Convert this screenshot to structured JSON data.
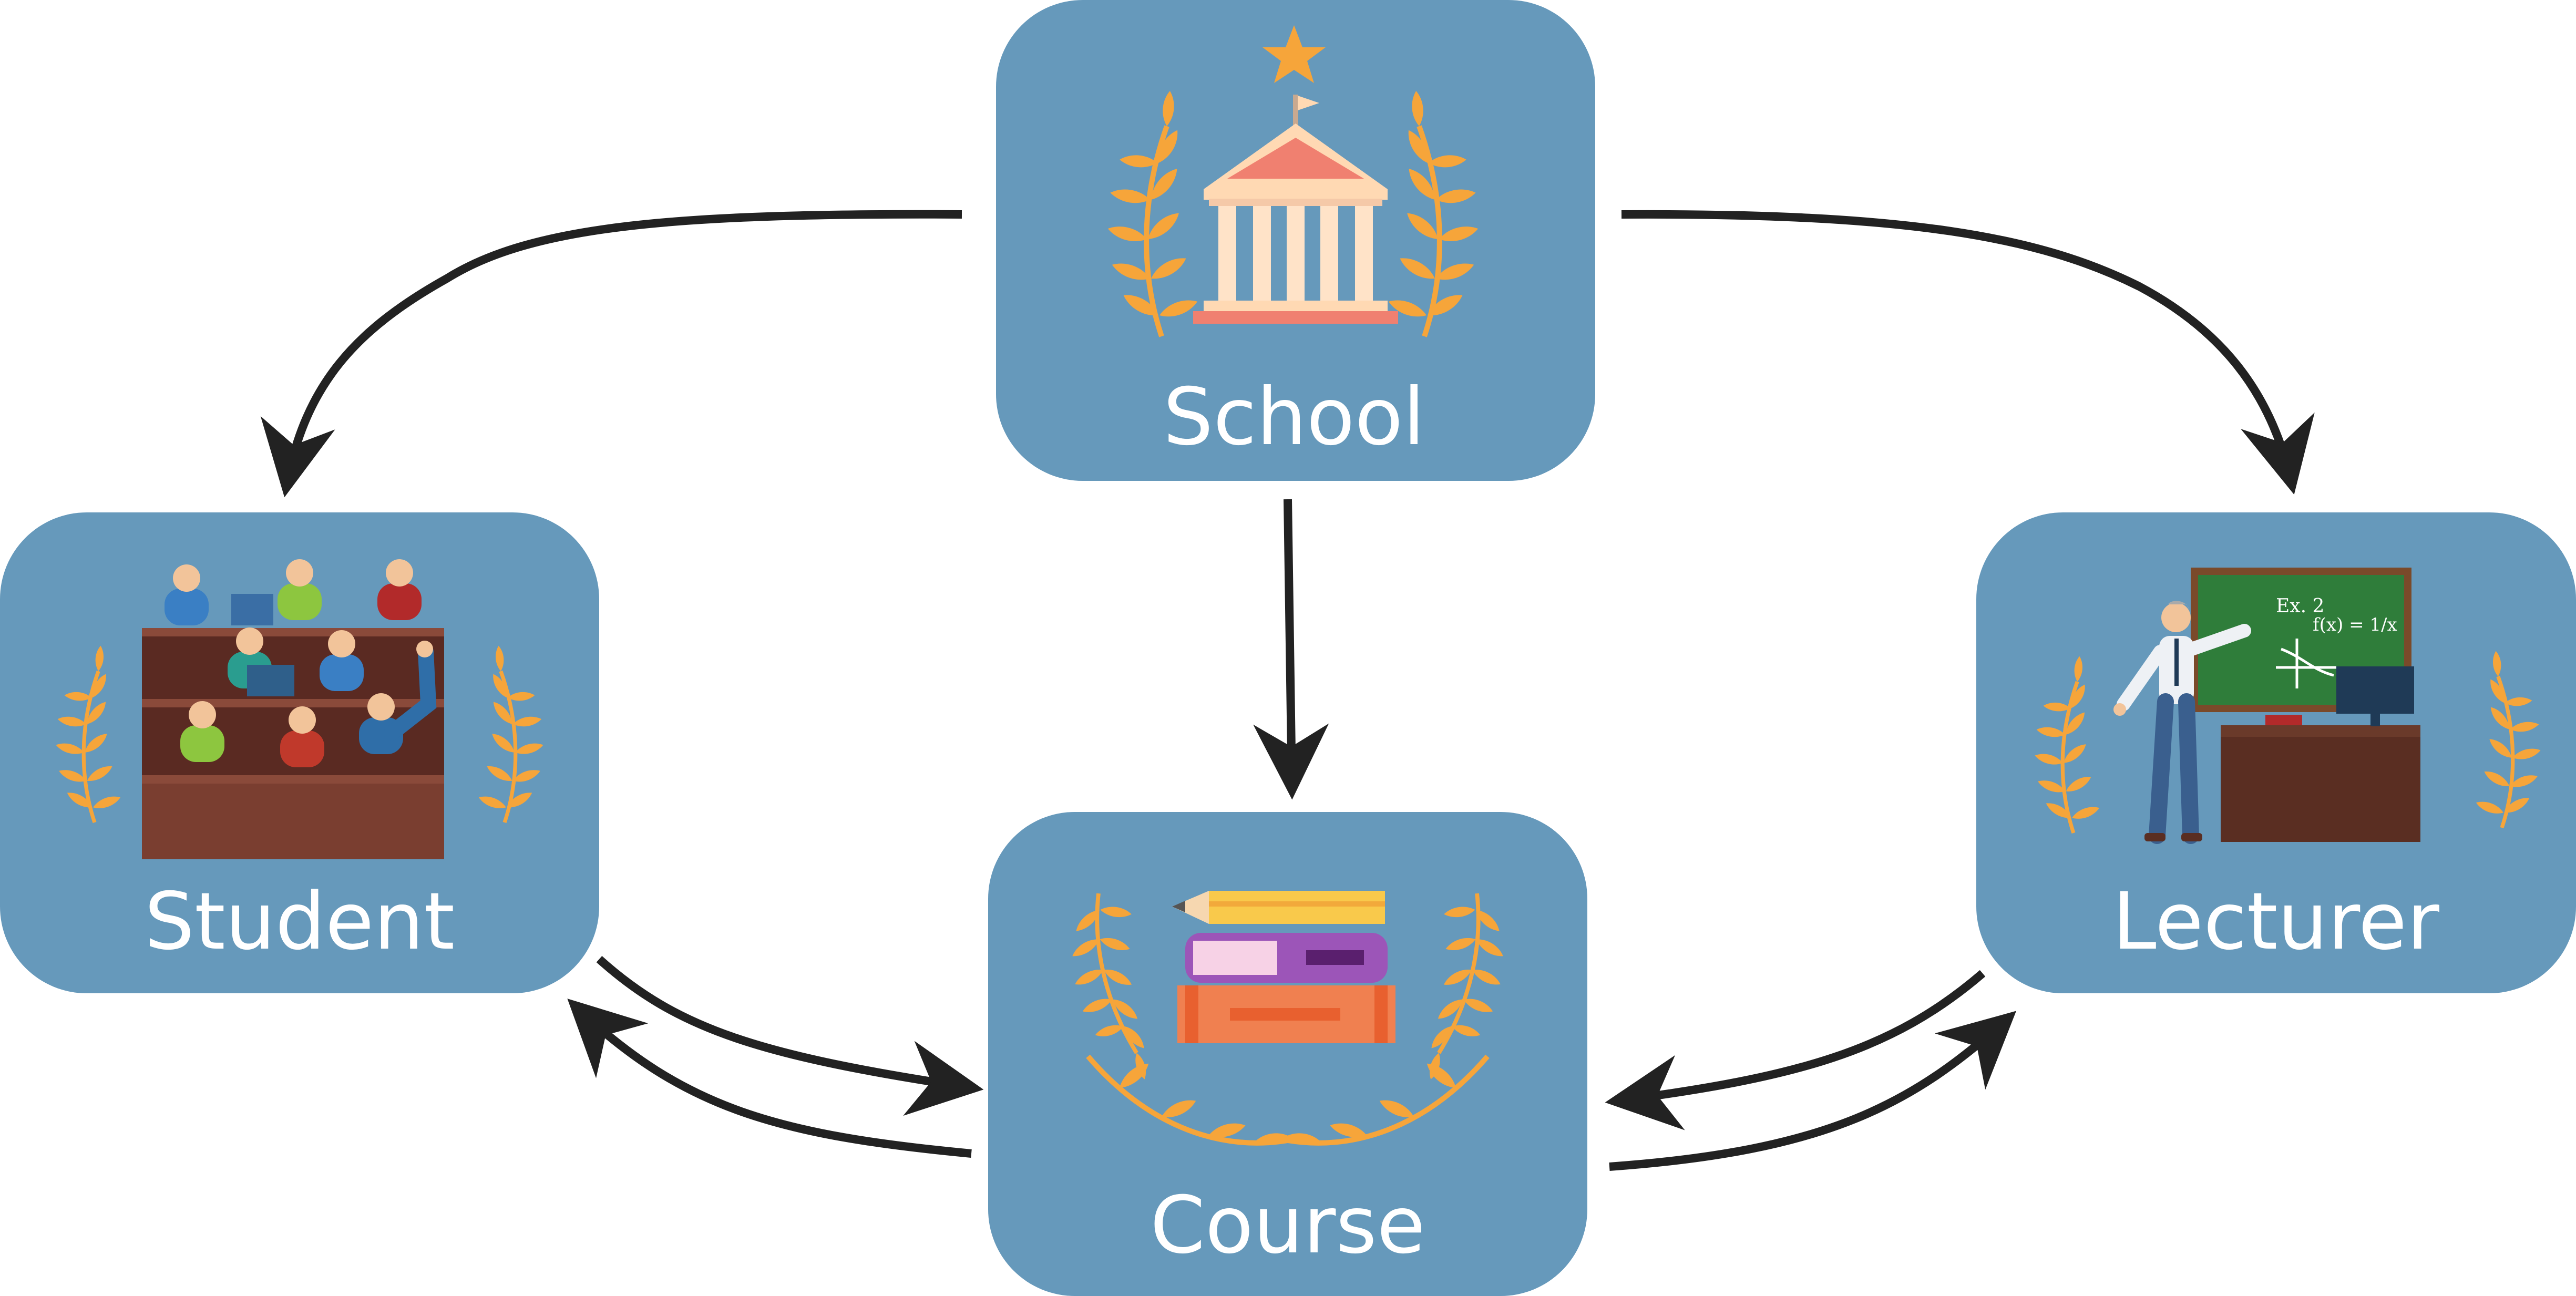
{
  "colors": {
    "box": "#6699bb",
    "laurel": "#f6a53a",
    "arrow": "#222222",
    "label": "#ffffff"
  },
  "nodes": {
    "school": {
      "label": "School",
      "icon": "university-building-icon"
    },
    "student": {
      "label": "Student",
      "icon": "lecture-hall-students-icon"
    },
    "course": {
      "label": "Course",
      "icon": "stacked-books-icon"
    },
    "lecturer": {
      "label": "Lecturer",
      "icon": "teacher-at-blackboard-icon"
    }
  },
  "edges": [
    {
      "from": "School",
      "to": "Student"
    },
    {
      "from": "School",
      "to": "Lecturer"
    },
    {
      "from": "School",
      "to": "Course"
    },
    {
      "from": "Student",
      "to": "Course"
    },
    {
      "from": "Course",
      "to": "Student"
    },
    {
      "from": "Lecturer",
      "to": "Course"
    },
    {
      "from": "Course",
      "to": "Lecturer"
    }
  ],
  "blackboard": {
    "line1": "Ex. 2",
    "line2": "f(x) = 1/x"
  }
}
